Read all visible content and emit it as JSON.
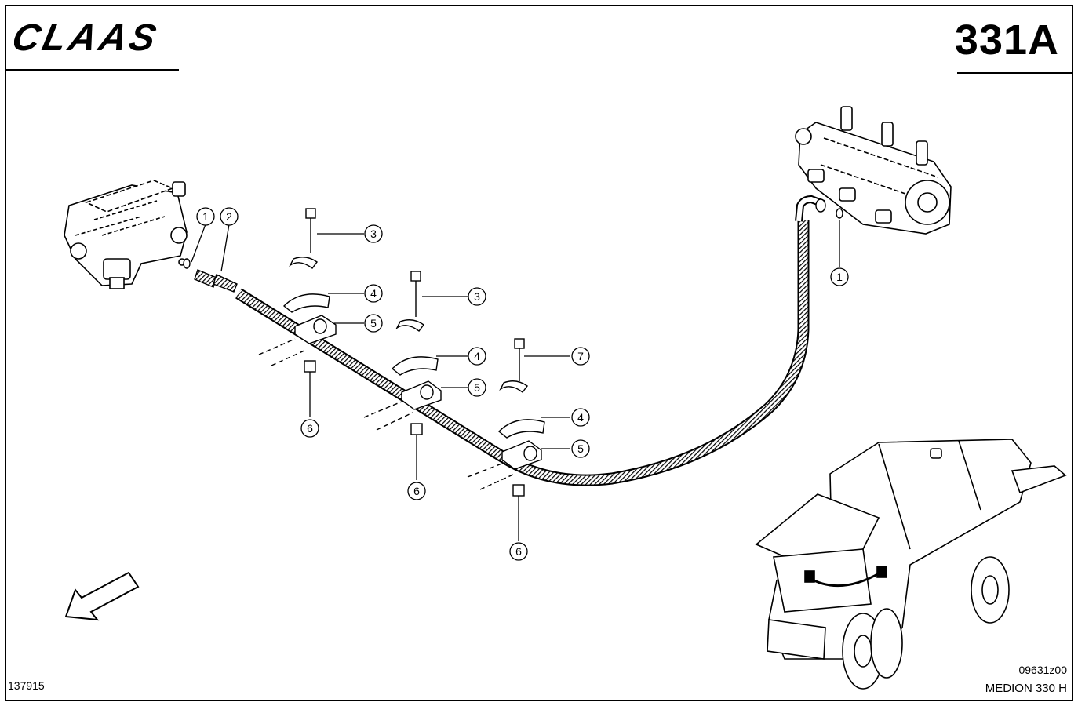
{
  "header": {
    "brand": "CLAAS",
    "page_number": "331A"
  },
  "footer": {
    "document_number": "137915",
    "figure_code": "09631z00",
    "model": "MEDION 330 H"
  },
  "callouts": [
    "1",
    "2",
    "3",
    "4",
    "5",
    "3",
    "4",
    "7",
    "5",
    "4",
    "5",
    "6",
    "6",
    "6",
    "1"
  ]
}
